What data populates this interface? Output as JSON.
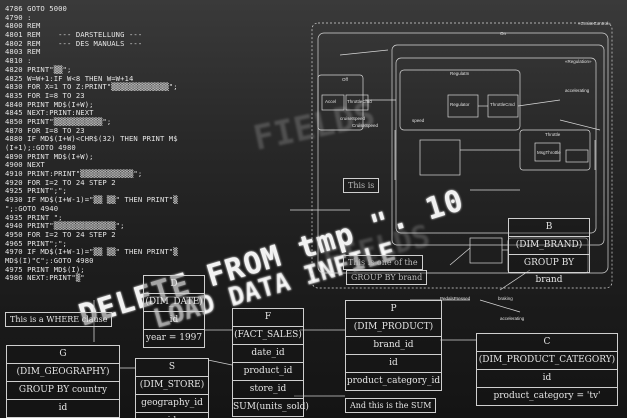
{
  "code_lines": [
    "4786 GOTO 5000",
    "4790 :",
    "4800 REM",
    "4801 REM    --- DARSTELLUNG ---",
    "4802 REM    --- DES MANUALS ---",
    "4803 REM",
    "4810 :",
    "4820 PRINT\"▒▒\";",
    "4825 W=W+1:IF W<8 THEN W=W+14",
    "4830 FOR X=1 TO Z:PRINT\"▒▒▒▒▒▒▒▒▒▒▒▒▒\";",
    "4835 FOR I=8 TO 23",
    "4840 PRINT MD$(I+W);",
    "4845 NEXT:PRINT:NEXT",
    "4850 PRINT\"▒▒▒▒▒▒▒▒▒▒▒\";",
    "4870 FOR I=8 TO 23",
    "4880 IF MD$(I+W)<CHR$(32) THEN PRINT M$",
    "(I+1);:GOTO 4980",
    "4890 PRINT MD$(I+W);",
    "4900 NEXT",
    "4910 PRINT:PRINT\"▒▒▒▒▒▒▒▒▒▒▒▒\";",
    "4920 FOR I=2 TO 24 STEP 2",
    "4925 PRINT\";\";",
    "4930 IF MD$(I+W-1)=\"▒▒ ▒▒\" THEN PRINT\"▒",
    "\";:GOTO 4940",
    "4935 PRINT \";",
    "4940 PRINT\"▒▒▒▒▒▒▒▒▒▒▒▒▒▒\";",
    "4950 FOR I=2 TO 24 STEP 2",
    "4965 PRINT\";\";",
    "4970 IF MD$(I+W-1)=\"▒▒ ▒▒\" THEN PRINT\"▒",
    "MD$(I)\"C\";:GOTO 4980",
    "4975 PRINT MD$(I);",
    "4986 NEXT:PRINT\"▒\""
  ],
  "overlay_text": {
    "delete_from": "DELETE FROM tmp \". 10",
    "load_data": "LOAD DATA INFILE",
    "fields": "FIELDS"
  },
  "tables": {
    "d": {
      "letter": "D",
      "name": "(DIM_DATE)",
      "rows": [
        "id",
        "year = 1997"
      ]
    },
    "f": {
      "letter": "F",
      "name": "(FACT_SALES)",
      "rows": [
        "date_id",
        "product_id",
        "store_id",
        "SUM(units_sold)"
      ]
    },
    "g": {
      "letter": "G",
      "name": "(DIM_GEOGRAPHY)",
      "rows": [
        "GROUP BY country",
        "id"
      ]
    },
    "s": {
      "letter": "S",
      "name": "(DIM_STORE)",
      "rows": [
        "geography_id",
        "id"
      ]
    },
    "p": {
      "letter": "P",
      "name": "(DIM_PRODUCT)",
      "rows": [
        "brand_id",
        "id",
        "product_category_id"
      ]
    },
    "c": {
      "letter": "C",
      "name": "(DIM_PRODUCT_CATEGORY)",
      "rows": [
        "id",
        "product_category = 'tv'"
      ]
    },
    "b": {
      "letter": "B",
      "name": "(DIM_BRAND)",
      "rows": [
        "GROUP BY brand"
      ]
    }
  },
  "labels": {
    "where_clause": "This is a WHERE clause",
    "sum": "And this is the SUM",
    "group_by": "GROUP BY brand",
    "this_is_one": "This is one of the",
    "this_is": "This is"
  },
  "statechart": {
    "title": "«CruiseControl»",
    "on": "On",
    "regulation": "«Regulation»",
    "regulatin": "RegulatIn",
    "off": "Off",
    "accel": "Accel",
    "throttle_cmd": "ThrottleCmd",
    "regulator": "Regulator",
    "cruise_speed": "cruiseSpeed",
    "speed": "speed",
    "throttle": "Throttle",
    "throttle_cmd2": "ThrottleCmd",
    "msg_throttle": "MsgThrottle",
    "accelerating": "accelerating",
    "braking": "braking",
    "pedals_pressed": "PedalsPressed",
    "cruise_speed2": "CruiseSpeed"
  }
}
